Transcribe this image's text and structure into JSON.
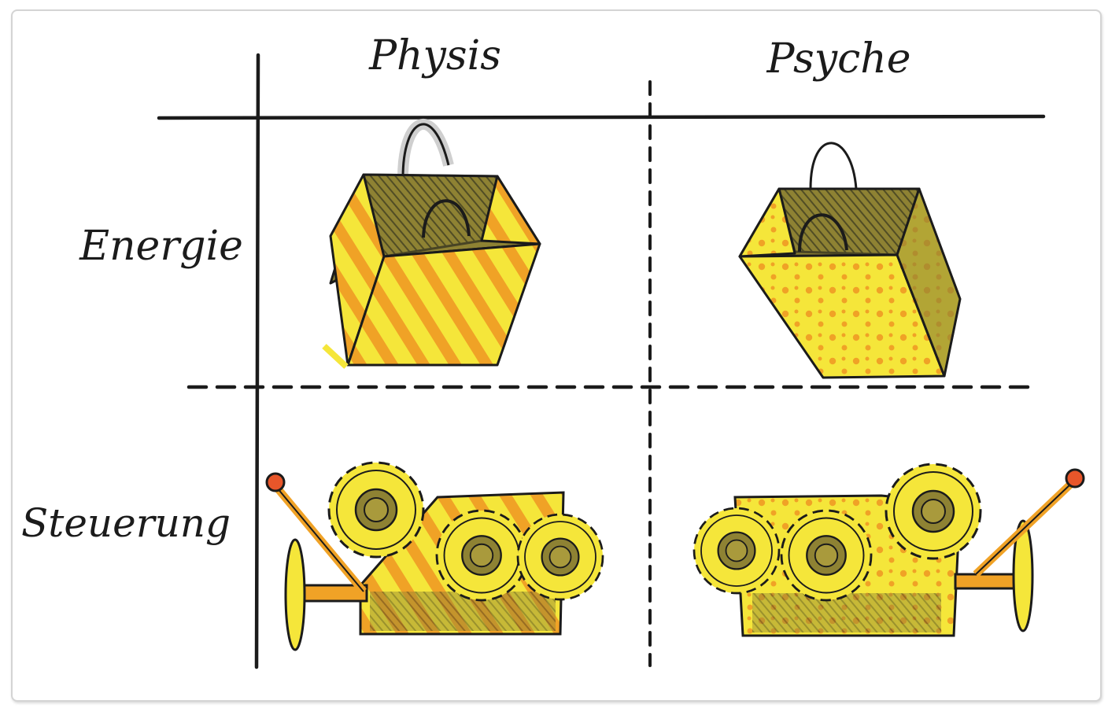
{
  "columns": [
    {
      "label": "Physis"
    },
    {
      "label": "Psyche"
    }
  ],
  "rows": [
    {
      "label": "Energie"
    },
    {
      "label": "Steuerung"
    }
  ],
  "cells": {
    "physis_energie": {
      "icon": "striped-bag-icon"
    },
    "psyche_energie": {
      "icon": "dotted-bag-icon"
    },
    "physis_steuerung": {
      "icon": "striped-gear-machine-icon"
    },
    "psyche_steuerung": {
      "icon": "dotted-gear-machine-icon"
    }
  },
  "colors": {
    "yellow": "#f5e63a",
    "orange": "#f0a226",
    "olive": "#8e8233",
    "ink": "#1b1b1b",
    "knob": "#e8562a"
  }
}
